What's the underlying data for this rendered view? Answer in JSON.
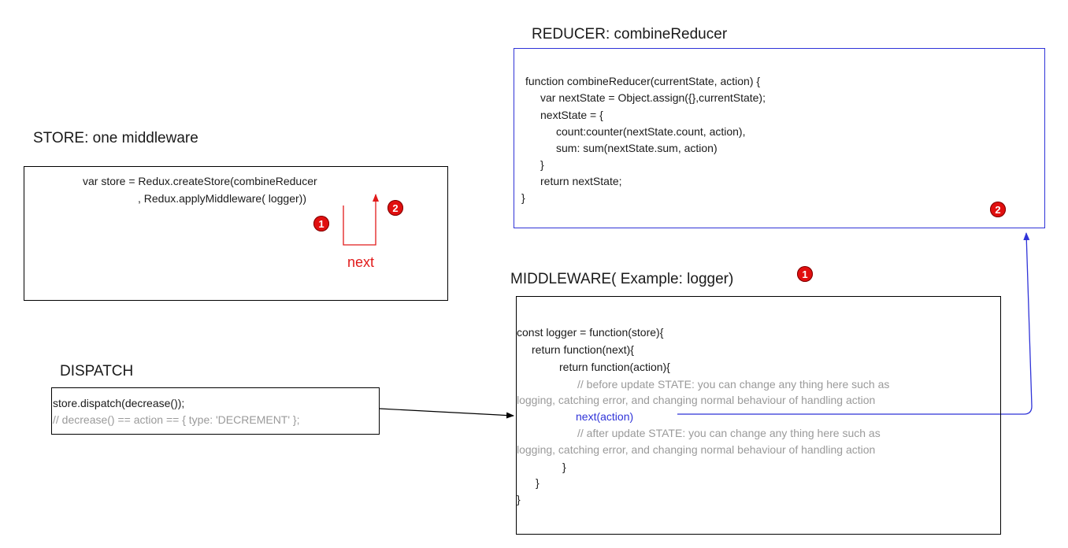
{
  "reducer": {
    "title": "REDUCER: combineReducer",
    "code": [
      "function combineReducer(currentState, action) {",
      "var nextState = Object.assign({},currentState);",
      "nextState = {",
      "count:counter(nextState.count, action),",
      "sum: sum(nextState.sum, action)",
      "}",
      "return nextState;",
      "}"
    ],
    "badge": "2"
  },
  "store": {
    "title": "STORE: one middleware",
    "code": [
      "var store = Redux.createStore(combineReducer",
      ", Redux.applyMiddleware( logger))"
    ],
    "badge1": "1",
    "badge2": "2",
    "next_label": "next"
  },
  "middleware": {
    "title": "MIDDLEWARE( Example: logger)",
    "badge": "1",
    "code": [
      "const logger = function(store){",
      "return function(next){",
      "return function(action){",
      "// before update STATE: you can change any thing here such as",
      "logging, catching error, and changing normal behaviour of handling action",
      "next(action)",
      "// after update STATE: you can change any thing here such as",
      "logging, catching error, and changing normal behaviour of handling action",
      "}",
      "}",
      "}"
    ]
  },
  "dispatch": {
    "title": "DISPATCH",
    "code": [
      "store.dispatch(decrease());",
      "// decrease() == action == { type: 'DECREMENT' };"
    ]
  },
  "colors": {
    "blue": "#2f33d8",
    "red": "#e11a1a",
    "gray": "#9a9a9a"
  }
}
